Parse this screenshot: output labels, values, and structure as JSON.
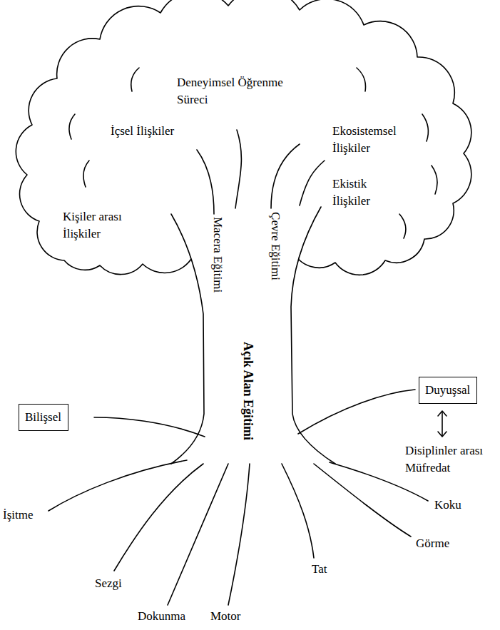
{
  "diagram": {
    "nodes": [
      {
        "text": [
          "Bilişsel"
        ]
      },
      {
        "text": [
          "Duyuşsal"
        ]
      }
    ],
    "labels": [
      "Deneyimsel Öğrenme Süreci",
      "İçsel İlişkiler",
      "Ekosistemsel İlişkiler",
      "Ekistik İlişkiler",
      "Kişiler arası İlişkiler",
      "Macera Eğitimi",
      "Çevre Eğitimi",
      "Açık Alan Eğitimi",
      "Disiplinler arası Müfredat",
      "İşitme",
      "Sezgi",
      "Dokunma",
      "Motor",
      "Tat",
      "Görme",
      "Koku"
    ]
  }
}
